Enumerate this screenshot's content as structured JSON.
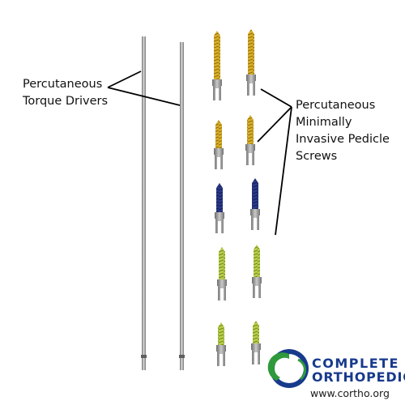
{
  "labels": {
    "drivers": [
      "Percutaneous",
      "Torque Drivers"
    ],
    "screws": [
      "Percutaneous",
      "Minimally",
      "Invasive Pedicle",
      "Screws"
    ]
  },
  "logo": {
    "line1": "COMPLETE",
    "line2": "ORTHOPEDICS",
    "url": "www.cortho.org"
  },
  "colors": {
    "rod": "#9a9a9a",
    "gold_screw": "#d9b02a",
    "blue_screw": "#2c3a8c",
    "green_screw": "#a9c23a",
    "tulip": "#8e8e8e",
    "logo_blue": "#183a8c",
    "logo_green": "#2f9a3c"
  },
  "icons": [
    "torque-driver-icon",
    "pedicle-screw-icon",
    "complete-orthopedics-logo-icon"
  ]
}
